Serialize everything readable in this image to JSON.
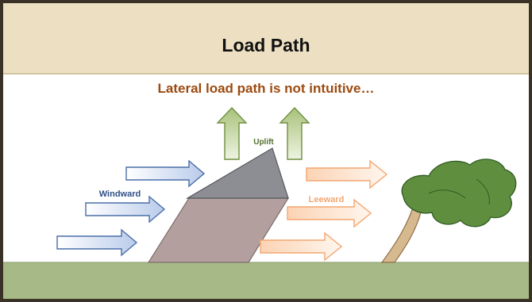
{
  "slide": {
    "title": "Load Path",
    "subtitle": "Lateral load path is not intuitive…"
  },
  "labels": {
    "uplift": "Uplift",
    "windward": "Windward",
    "leeward": "Leeward"
  },
  "colors": {
    "header_band": "#ecdfc2",
    "subtitle_text": "#9c4a0f",
    "windward_arrow": "#4a6ea9",
    "leeward_arrow": "#f4a670",
    "uplift_arrow": "#6f8f3f",
    "ground": "#a7b986",
    "house_wall": "#b3a09e",
    "house_roof": "#8c8e94",
    "tree_foliage": "#5f8f3e",
    "tree_trunk": "#d6b98e"
  },
  "icons": [
    "windward-arrow-icon",
    "leeward-arrow-icon",
    "uplift-arrow-icon",
    "house-icon",
    "tree-icon"
  ]
}
